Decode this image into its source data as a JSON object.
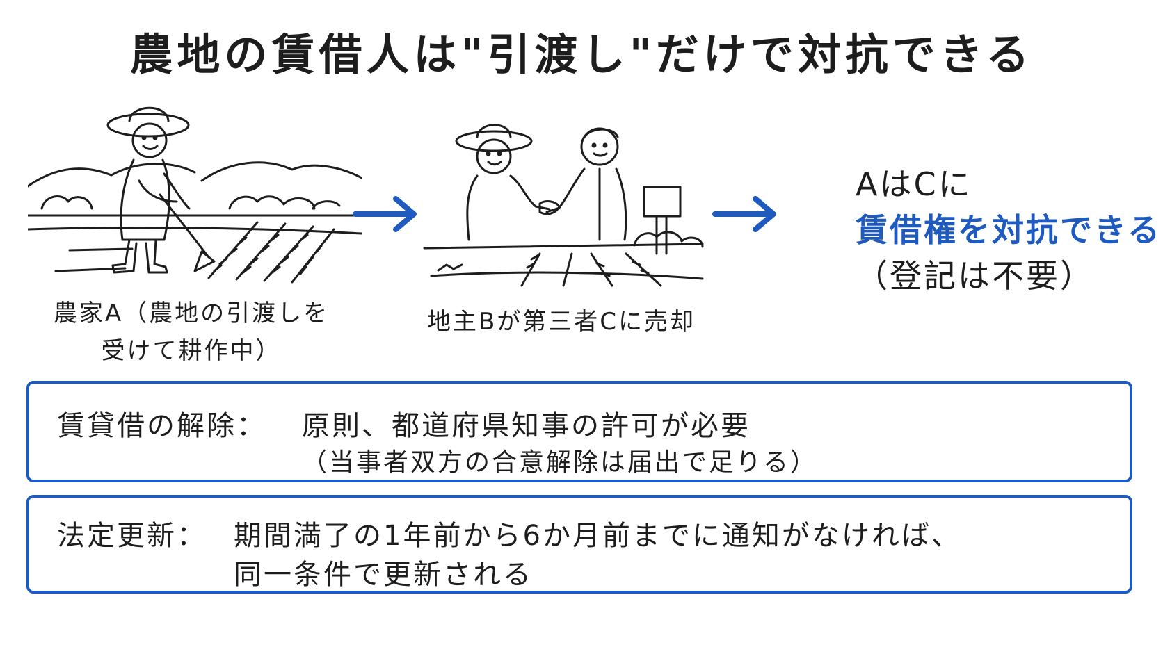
{
  "title": "農地の賃借人は\"引渡し\"だけで対抗できる",
  "panels": [
    {
      "caption_line1": "農家A（農地の引渡しを",
      "caption_line2": "受けて耕作中）"
    },
    {
      "caption_line1": "地主Bが第三者Cに売却"
    }
  ],
  "result": {
    "line1": "AはCに",
    "line2": "賃借権を対抗できる",
    "line3": "（登記は不要）"
  },
  "boxes": [
    {
      "label": "賃貸借の解除：",
      "text1": "原則、都道府県知事の許可が必要",
      "text2": "（当事者双方の合意解除は届出で足りる）"
    },
    {
      "label": "法定更新：",
      "text1": "期間満了の1年前から6か月前までに通知がなければ、",
      "text2": "同一条件で更新される"
    }
  ],
  "colors": {
    "accent": "#1f5bbf",
    "ink": "#1d1d1d"
  },
  "icons": [
    "farmer-illustration",
    "handshake-illustration",
    "right-arrow-icon",
    "sign-board-icon"
  ]
}
